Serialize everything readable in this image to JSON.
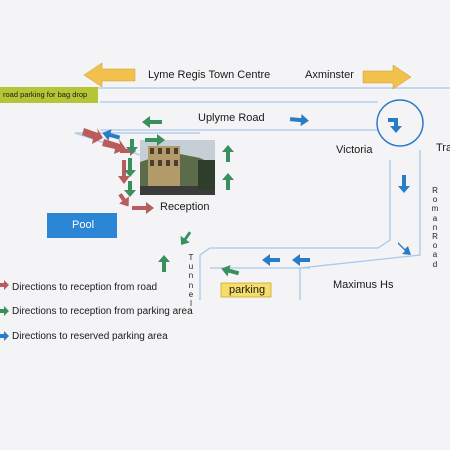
{
  "labels": {
    "town_centre": "Lyme Regis Town Centre",
    "axminster": "Axminster",
    "bag_drop": "road parking for bag drop",
    "uplyme_road": "Uplyme Road",
    "victoria": "Victoria",
    "tra": "Tra",
    "reception": "Reception",
    "pool": "Pool",
    "maximus": "Maximus Hs",
    "parking": "parking",
    "roman_road": "Roman Road",
    "tunnel": "Tunnel"
  },
  "legend": [
    {
      "text": "Directions to reception from road",
      "color": "#b85c5c"
    },
    {
      "text": "Directions to reception from parking area",
      "color": "#3a8f5e"
    },
    {
      "text": "Directions to reserved parking area",
      "color": "#2a7cc7"
    }
  ],
  "colors": {
    "red_arrow": "#b85c5c",
    "green_arrow": "#3a8f5e",
    "blue_arrow": "#2a7cc7",
    "yellow_arrow": "#f2c14b",
    "road_line": "#a9c8e8",
    "pool_box": "#2b86d6",
    "bag_drop_bg": "#b5c535",
    "parking_bg": "#f6dd6a"
  }
}
